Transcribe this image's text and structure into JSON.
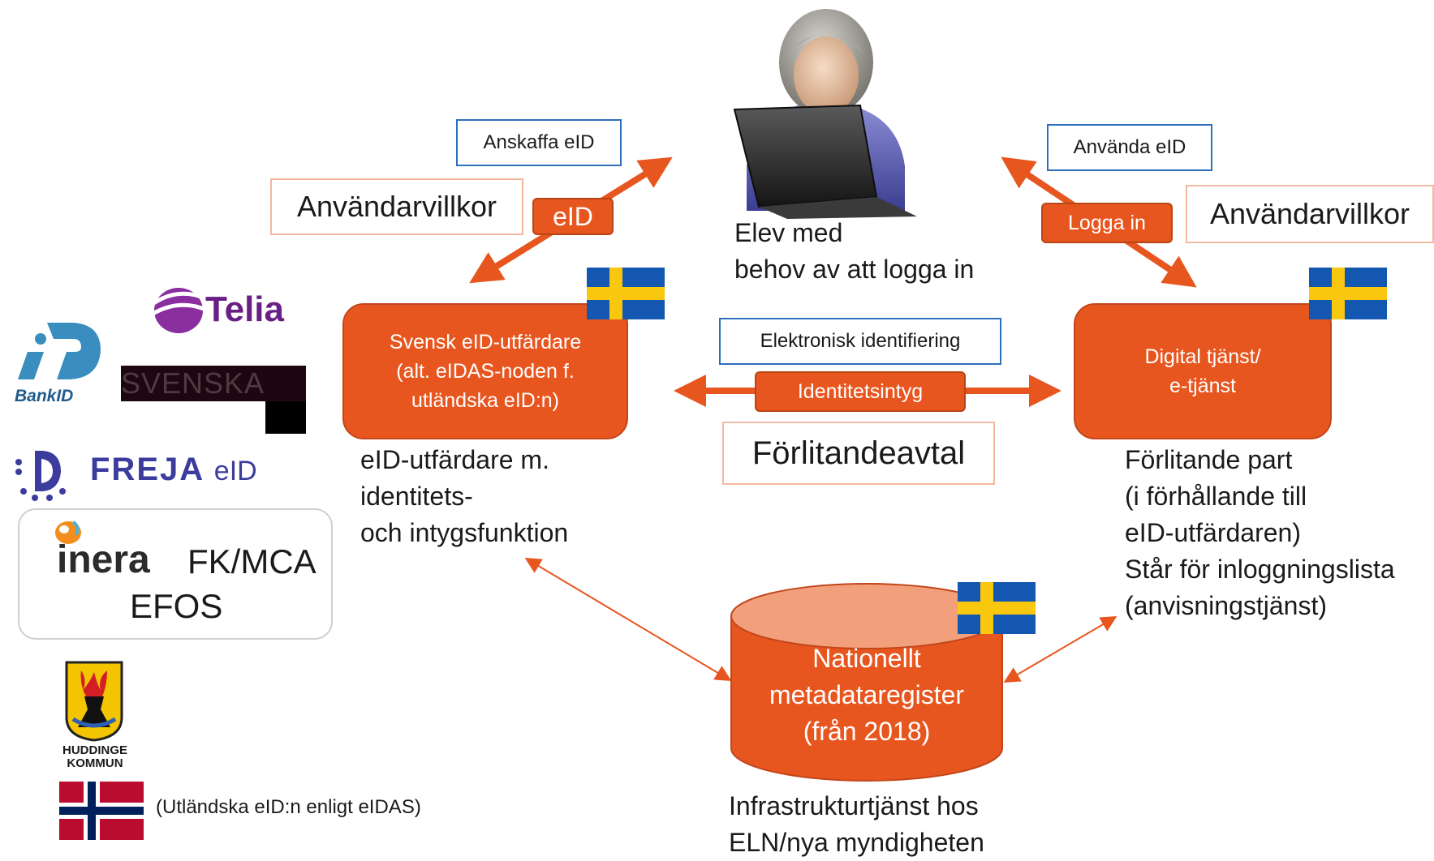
{
  "user": {
    "label_line1": "Elev med",
    "label_line2": "behov av att logga in"
  },
  "left_flow": {
    "tag_label": "Anskaffa eID",
    "arrow_label": "eID",
    "terms": "Användarvillkor"
  },
  "right_flow": {
    "tag_label": "Använda eID",
    "arrow_label": "Logga in",
    "terms": "Användarvillkor"
  },
  "issuer": {
    "box_line1": "Svensk eID-utfärdare",
    "box_line2": "(alt. eIDAS-noden f.",
    "box_line3": "utländska eID:n)",
    "desc_line1": "eID-utfärdare m.",
    "desc_line2": "identitets-",
    "desc_line3": "och intygsfunktion"
  },
  "middle_flow": {
    "tag_label": "Elektronisk identifiering",
    "arrow_label": "Identitetsintyg",
    "agreement": "Förlitandeavtal"
  },
  "service": {
    "box_line1": "Digital tjänst/",
    "box_line2": "e-tjänst",
    "desc_line1": "Förlitande part",
    "desc_line2": "(i förhållande till",
    "desc_line3": "eID-utfärdaren)",
    "desc_line4": "Står för inloggningslista",
    "desc_line5": "(anvisningstjänst)"
  },
  "registry": {
    "line1": "Nationellt",
    "line2": "metadataregister",
    "line3": "(från 2018)",
    "desc_line1": "Infrastrukturtjänst hos",
    "desc_line2": "ELN/nya myndigheten"
  },
  "issuers_list": {
    "telia": "Telia",
    "bankid": "BankID",
    "svenska": "SVENSKA",
    "freja": "FREJA",
    "freja_suffix": "eID",
    "inera": "inera",
    "fk": "FK/MCA",
    "efos": "EFOS",
    "huddinge_line1": "HUDDINGE",
    "huddinge_line2": "KOMMUN",
    "foreign": "(Utländska eID:n enligt eIDAS)"
  },
  "colors": {
    "orange": "#e8561f",
    "blue_border": "#2e6fbd",
    "peach_border": "#f2b8a0",
    "flag_blue": "#1457b0",
    "flag_yellow": "#f9c80e"
  }
}
